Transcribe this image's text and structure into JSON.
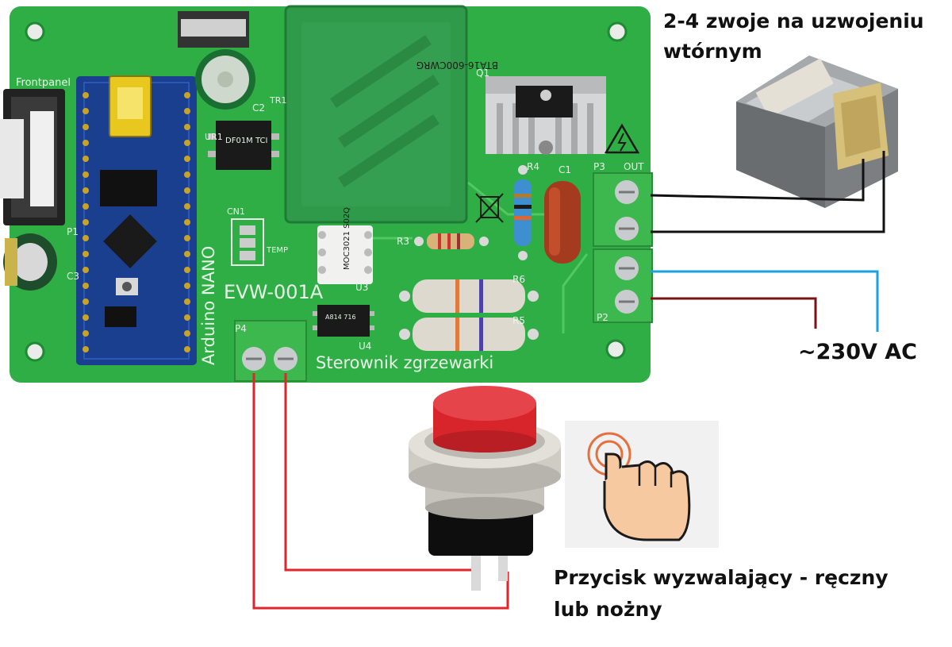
{
  "colors": {
    "pcb": "#2fae45",
    "pcb_dark": "#238a35",
    "arduino": "#1b3f8f",
    "terminal": "#3db84e",
    "wire_black": "#111111",
    "wire_blue": "#1aa3e0",
    "wire_darkred": "#7a1218",
    "wire_red": "#e0262b",
    "button_red": "#d8252b"
  },
  "board": {
    "model_label": "EVW-001A",
    "description_label": "Sterownik zgrzewarki",
    "arduino_label": "Arduino NANO",
    "frontpanel_label": "Frontpanel",
    "triac_label": "BTA16-600CWRG",
    "optocoupler_label": "MOC3021 S02Q",
    "optocoupler4_label": "A814 716",
    "rectifier_label": "DF01M TCI",
    "refs": {
      "q1": "Q1",
      "p3": "P3",
      "out": "OUT",
      "p2": "P2",
      "p4": "P4",
      "p1": "P1",
      "c1": "C1",
      "c2": "C2",
      "c3": "C3",
      "r3": "R3",
      "r4": "R4",
      "r5": "R5",
      "r6": "R6",
      "u3": "U3",
      "u4": "U4",
      "ur1": "UR1",
      "tr1": "TR1",
      "cn1": "CN1",
      "temp": "TEMP"
    }
  },
  "annotations": {
    "transformer_note_line1": "2-4 zwoje na uzwojeniu",
    "transformer_note_line2": "wtórnym",
    "mains_label": "~230V AC",
    "button_label_line1": "Przycisk wyzwalający - ręczny",
    "button_label_line2": "lub nożny"
  },
  "icons": {
    "hand": "hand-press-icon",
    "warning": "high-voltage-warning-icon",
    "disposal": "crossed-bin-icon"
  }
}
